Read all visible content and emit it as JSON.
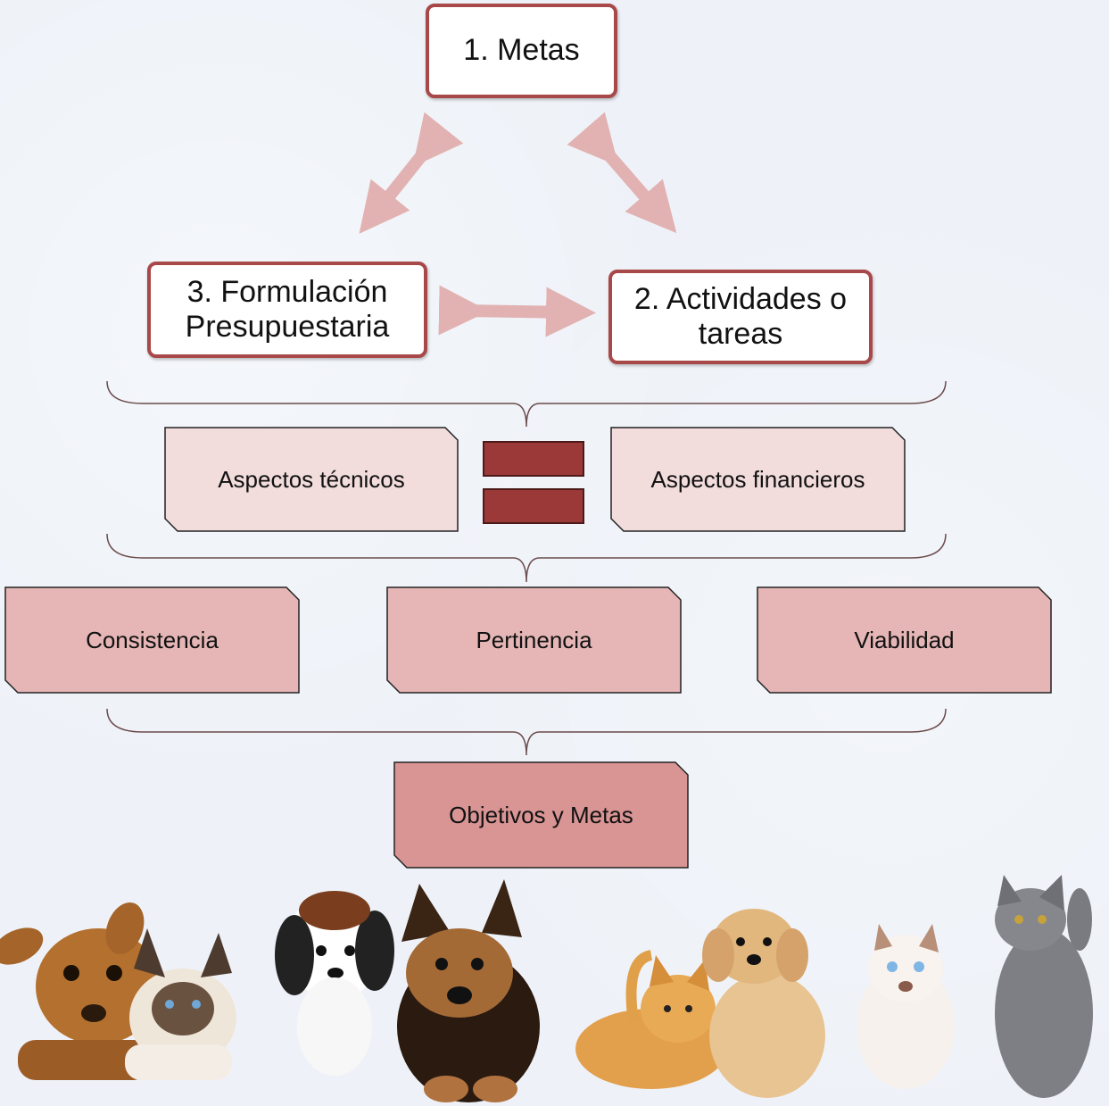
{
  "cycle": {
    "metas": "1. Metas",
    "actividades": "2. Actividades o\ntareas",
    "formulacion": "3. Formulación\nPresupuestaria"
  },
  "aspects": {
    "tecnicos": "Aspectos técnicos",
    "financieros": "Aspectos financieros"
  },
  "criteria": {
    "consistencia": "Consistencia",
    "pertinencia": "Pertinencia",
    "viabilidad": "Viabilidad"
  },
  "result": {
    "objetivos": "Objetivos y Metas"
  },
  "colors": {
    "box_border": "#a84848",
    "arrow": "#e2b2b2",
    "aspect_fill": "#f2dcdc",
    "criteria_fill": "#e6b6b6",
    "result_fill": "#d99494",
    "equals": "#9b3838"
  }
}
